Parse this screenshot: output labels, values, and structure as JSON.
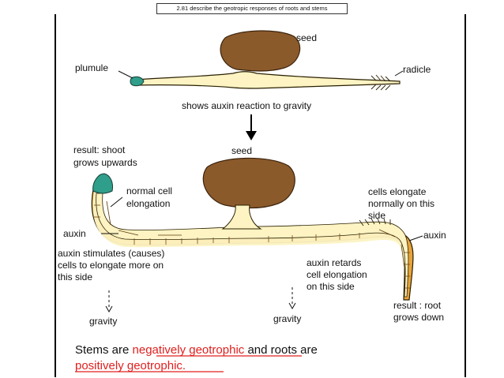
{
  "slide": {
    "title": "2.81 describe the geotropic responses of roots and stems"
  },
  "diagram": {
    "top": {
      "seed_label": "seed",
      "plumule_label": "plumule",
      "radicle_label": "radicle",
      "caption": "shows auxin reaction to gravity"
    },
    "bottom": {
      "seed_label": "seed",
      "shoot_result": [
        "result: shoot",
        "grows upwards"
      ],
      "normal_cell": [
        "normal cell",
        "elongation"
      ],
      "cells_elongate": [
        "cells elongate",
        "normally on this",
        "side"
      ],
      "auxin_left": "auxin",
      "auxin_right": "auxin",
      "auxin_stimulates": [
        "auxin stimulates (causes)",
        "cells to elongate more on",
        "this side"
      ],
      "auxin_retards": [
        "auxin retards",
        "cell elongation",
        "on this side"
      ],
      "root_result": [
        "result : root",
        "grows down"
      ],
      "gravity_left": "gravity",
      "gravity_mid": "gravity"
    },
    "conclusion": {
      "part1": "Stems are ",
      "part2": "negatively geotrophic",
      "part3": " and roots are",
      "part4": "positively geotrophic."
    },
    "colors": {
      "seed": "#8b5a2b",
      "plant_body": "#fdf3c3",
      "outline": "#2a2000",
      "auxin_band": "#e8a33a",
      "shoot_tip": "#2f9e8a",
      "emphasis": "#e0201e"
    }
  }
}
